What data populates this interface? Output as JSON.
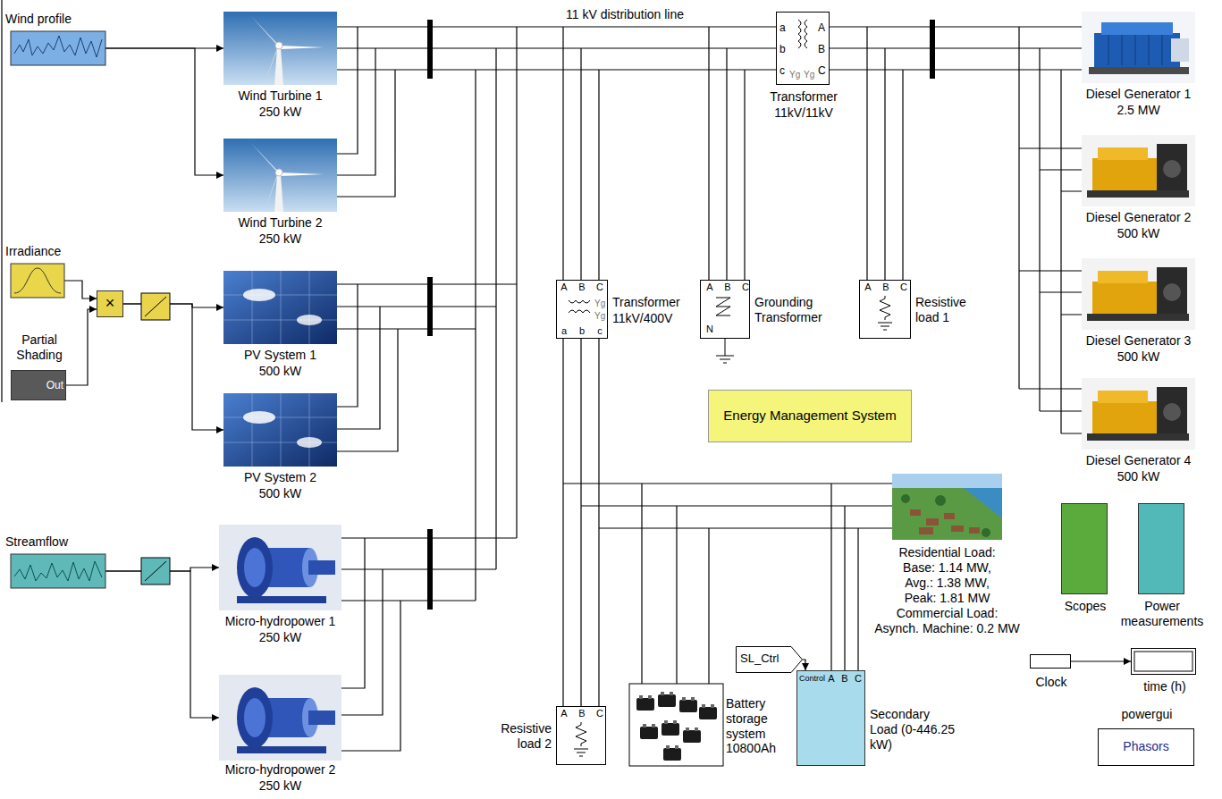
{
  "diagram": {
    "nodes": [
      {
        "text": [
          "Wind profile"
        ]
      },
      {
        "text": [
          "Wind Turbine 1",
          "250 kW"
        ]
      },
      {
        "text": [
          "Wind Turbine 2",
          "250 kW"
        ]
      },
      {
        "text": [
          "Irradiance"
        ]
      },
      {
        "text": [
          "Partial Shading",
          "Out"
        ]
      },
      {
        "text": [
          "×"
        ]
      },
      {
        "text": [
          "PV System 1",
          "500 kW"
        ]
      },
      {
        "text": [
          "PV System 2",
          "500 kW"
        ]
      },
      {
        "text": [
          "Streamflow"
        ]
      },
      {
        "text": [
          "Micro-hydropower 1",
          "250 kW"
        ]
      },
      {
        "text": [
          "Micro-hydropower 2",
          "250 kW"
        ]
      },
      {
        "text": [
          "a",
          "b",
          "c",
          "A",
          "B",
          "C",
          "Yg",
          "Yg",
          "Transformer",
          "11kV/11kV"
        ]
      },
      {
        "text": [
          "Diesel Generator 1",
          "2.5 MW"
        ]
      },
      {
        "text": [
          "Diesel Generator 2",
          "500 kW"
        ]
      },
      {
        "text": [
          "Diesel Generator 3",
          "500 kW"
        ]
      },
      {
        "text": [
          "Diesel Generator 4",
          "500 kW"
        ]
      },
      {
        "text": [
          "A",
          "B",
          "C",
          "a",
          "b",
          "c",
          "Yg",
          "Yg",
          "Transformer",
          "11kV/400V"
        ]
      },
      {
        "text": [
          "A",
          "B",
          "C",
          "N",
          "Grounding Transformer"
        ]
      },
      {
        "text": [
          "A",
          "B",
          "C",
          "Resistive load 1"
        ]
      },
      {
        "text": [
          "Residential Load:",
          "Base: 1.14 MW,",
          "Avg.: 1.38 MW,",
          "Peak: 1.81 MW",
          "Commercial Load:",
          "Asynch. Machine: 0.2 MW"
        ]
      },
      {
        "text": [
          "Energy Management System"
        ]
      },
      {
        "text": [
          "A",
          "B",
          "C",
          "Resistive load 2"
        ]
      },
      {
        "text": [
          "Battery storage system 10800Ah"
        ]
      },
      {
        "text": [
          "SL_Ctrl"
        ]
      },
      {
        "text": [
          "Control",
          "A",
          "B",
          "C",
          "Secondary Load (0-446.25 kW)"
        ]
      },
      {
        "text": [
          "Scopes"
        ]
      },
      {
        "text": [
          "Power measurements"
        ]
      },
      {
        "text": [
          "Clock"
        ]
      },
      {
        "text": [
          "time (h)"
        ]
      },
      {
        "text": [
          "powergui",
          "Phasors"
        ]
      }
    ],
    "edges": [
      {
        "from": 0,
        "to": 1,
        "arrow": "to"
      },
      {
        "from": 0,
        "to": 2,
        "arrow": "to"
      },
      {
        "from": 3,
        "to": 5,
        "arrow": "to"
      },
      {
        "from": 4,
        "to": 5,
        "arrow": "to"
      },
      {
        "from": 5,
        "to": 6,
        "arrow": "to"
      },
      {
        "from": 5,
        "to": 7,
        "arrow": "to"
      },
      {
        "from": 8,
        "to": 9,
        "arrow": "to"
      },
      {
        "from": 8,
        "to": 10,
        "arrow": "to"
      },
      {
        "from": 23,
        "to": 24,
        "arrow": "to"
      },
      {
        "from": 27,
        "to": 28,
        "arrow": "to"
      }
    ],
    "labels": [
      "11 kV distribution line"
    ]
  }
}
